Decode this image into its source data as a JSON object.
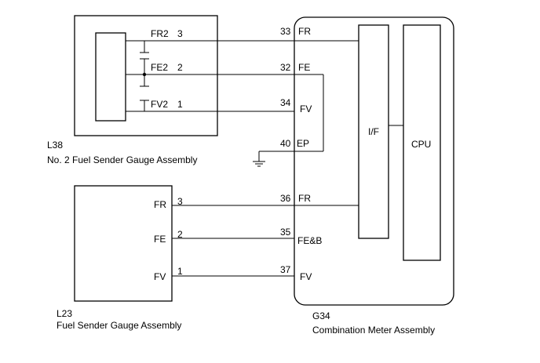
{
  "components": {
    "l38": {
      "code": "L38",
      "name": "No. 2 Fuel Sender Gauge Assembly",
      "pins": [
        {
          "name": "FR2",
          "num": "3"
        },
        {
          "name": "FE2",
          "num": "2"
        },
        {
          "name": "FV2",
          "num": "1"
        }
      ]
    },
    "l23": {
      "code": "L23",
      "name": "Fuel Sender Gauge Assembly",
      "pins": [
        {
          "name": "FR",
          "num": "3"
        },
        {
          "name": "FE",
          "num": "2"
        },
        {
          "name": "FV",
          "num": "1"
        }
      ]
    },
    "g34": {
      "code": "G34",
      "name": "Combination Meter Assembly",
      "pins": [
        {
          "name": "FR",
          "num": "33"
        },
        {
          "name": "FE",
          "num": "32"
        },
        {
          "name": "FV",
          "num": "34"
        },
        {
          "name": "EP",
          "num": "40"
        },
        {
          "name": "FR",
          "num": "36"
        },
        {
          "name": "FE&B",
          "num": "35"
        },
        {
          "name": "FV",
          "num": "37"
        }
      ],
      "blocks": {
        "interface": "I/F",
        "cpu": "CPU"
      }
    }
  }
}
